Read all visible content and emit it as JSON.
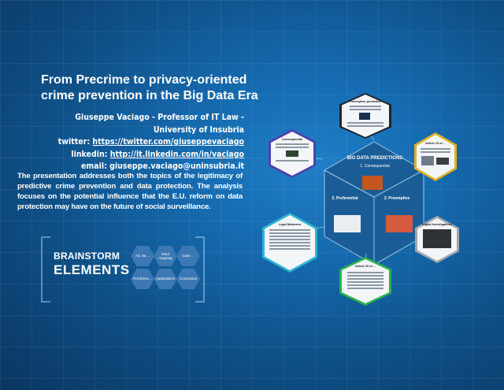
{
  "presentation": {
    "title_lines": [
      "From Precrime to privacy-oriented",
      "crime prevention in the Big Data Era"
    ],
    "author": "Giuseppe Vaciago - Professor of IT Law - University of Insubria",
    "twitter_label": "twitter:",
    "twitter_url": "https://twitter.com/giuseppevaciago",
    "linkedin_label": "linkedin:",
    "linkedin_url": "http://it.linkedin.com/in/vaciago",
    "email_label": "email:",
    "email": "giuseppe.vaciago@uninsubria.it",
    "abstract": "The presentation addresses both the topics of the legitimacy of predictive crime prevention and data protection. The analysis focuses on the potential influence that the E.U. reform on data protection may have on the future of social surveillance."
  },
  "brainstorm": {
    "line1": "BRAINSTORM",
    "line2": "ELEMENTS",
    "hexes": [
      "Art. 8a ...",
      "Mind mapping",
      "Case ...",
      "Predictive...",
      "Applications",
      "Conclusion"
    ]
  },
  "mindmap": {
    "center_title": "BIG DATA PREDICTIONS",
    "center_sub": "1. Consequential",
    "left_label": "2. Preferential",
    "right_label": "3. Preemptive",
    "nodes": {
      "top": "Preemptive prediction",
      "upper_left": "Consequential",
      "upper_right": "Article 15 of ...",
      "lower_left": "Legal Measures",
      "lower_right": "Digital Investigations",
      "bottom": "Article 20 of ..."
    }
  },
  "colors": {
    "background": "#1569ad",
    "node_border": "#1c2530",
    "node_fill": "#f3f6f9"
  }
}
